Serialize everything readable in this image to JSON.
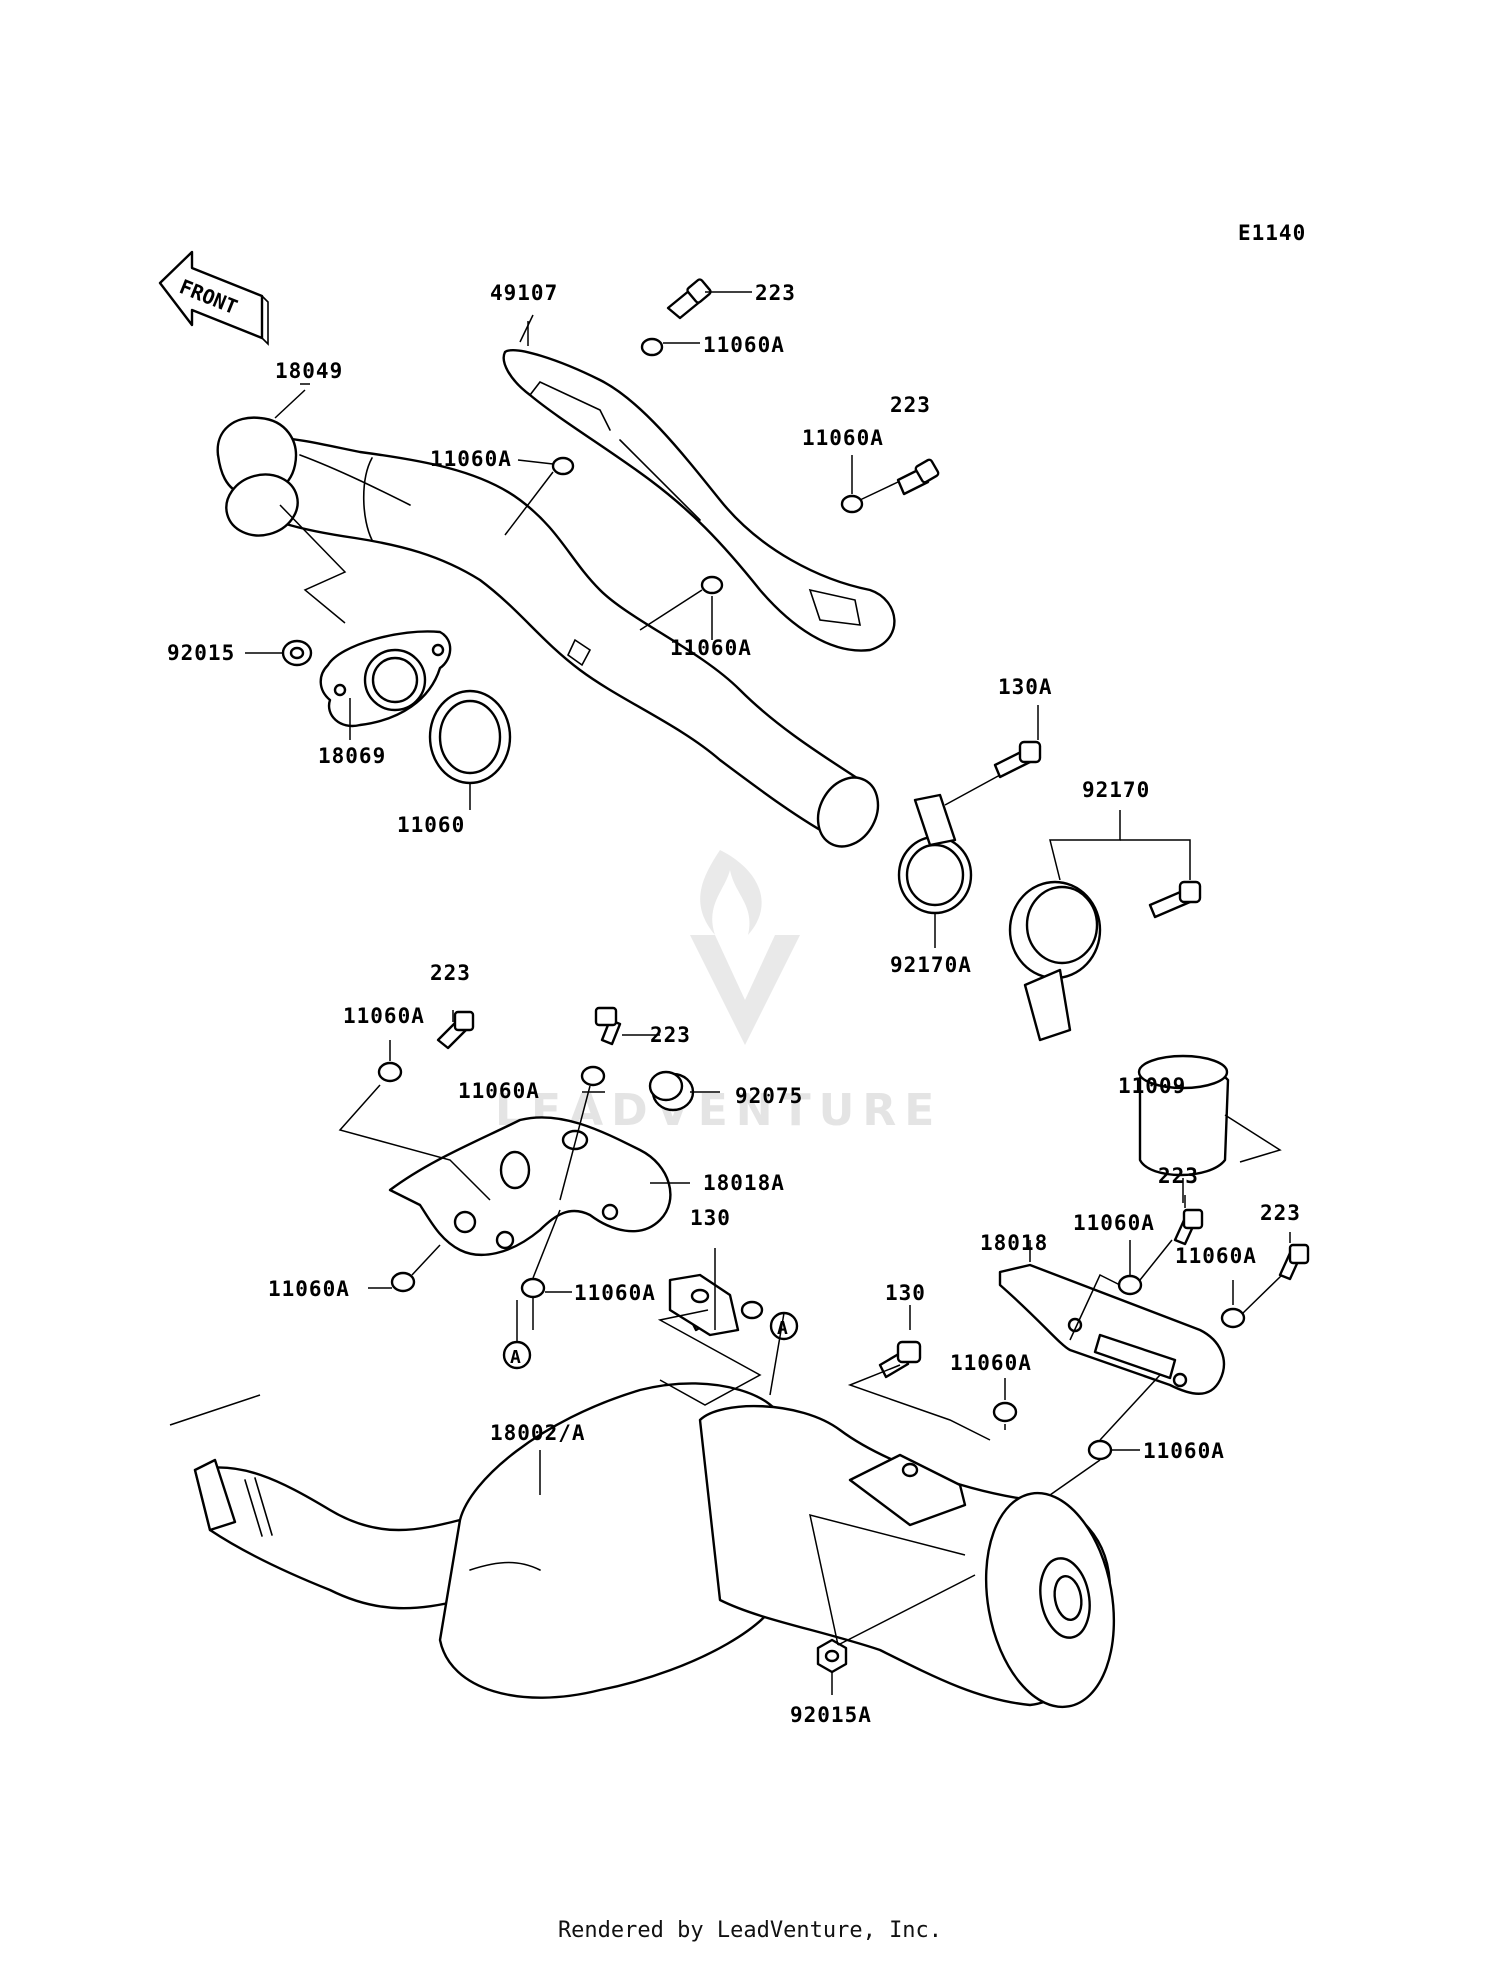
{
  "diagram_code": "E1140",
  "front_label": "FRONT",
  "watermark_text": "LEADVENTURE",
  "footer_text": "Rendered by LeadVenture, Inc.",
  "callouts": {
    "c49107": "49107",
    "c223_a": "223",
    "c11060A_a": "11060A",
    "c223_b": "223",
    "c11060A_b": "11060A",
    "c18049": "18049",
    "c11060A_c": "11060A",
    "c11060A_d": "11060A",
    "c92015": "92015",
    "c18069": "18069",
    "c11060": "11060",
    "c130A": "130A",
    "c92170": "92170",
    "c92170A": "92170A",
    "c11009": "11009",
    "c223_c": "223",
    "c11060A_e": "11060A",
    "c223_d": "223",
    "c11060A_f": "11060A",
    "c92075": "92075",
    "c18018A": "18018A",
    "c11060A_g": "11060A",
    "c11060A_h": "11060A",
    "c130_a": "130",
    "c130_b": "130",
    "c223_e": "223",
    "c223_f": "223",
    "c11060A_i": "11060A",
    "c11060A_j": "11060A",
    "c18018": "18018",
    "c11060A_k": "11060A",
    "c11060A_l": "11060A",
    "c18002A": "18002/A",
    "c92015A": "92015A",
    "ref_a1": "A",
    "ref_a2": "A"
  }
}
